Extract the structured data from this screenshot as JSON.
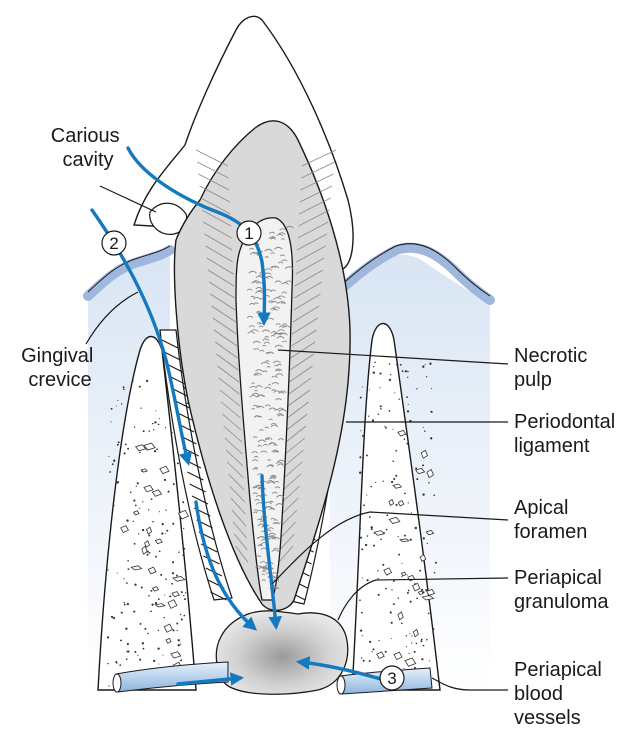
{
  "labels": {
    "carious_cavity": [
      "Carious",
      "cavity"
    ],
    "gingival_crevice": [
      "Gingival",
      "crevice"
    ],
    "necrotic_pulp": [
      "Necrotic",
      "pulp"
    ],
    "periodontal_ligament": [
      "Periodontal",
      "ligament"
    ],
    "apical_foramen": [
      "Apical",
      "foramen"
    ],
    "periapical_granuloma": [
      "Periapical",
      "granuloma"
    ],
    "periapical_blood_vessels": [
      "Periapical",
      "blood",
      "vessels"
    ]
  },
  "route_markers": [
    "1",
    "2",
    "3"
  ],
  "colors": {
    "arrow": "#1479bf",
    "gingiva_surface": "#9fb7dd",
    "gingiva_fill": "#e8eff9",
    "enamel": "#ffffff",
    "dentin": "#d9d9d9",
    "pulp": "#f2f2f2",
    "bone": "#ffffff",
    "granuloma": "#d6d6d6",
    "vessel": "#b9d3ee",
    "outline": "#1a1a1a"
  }
}
